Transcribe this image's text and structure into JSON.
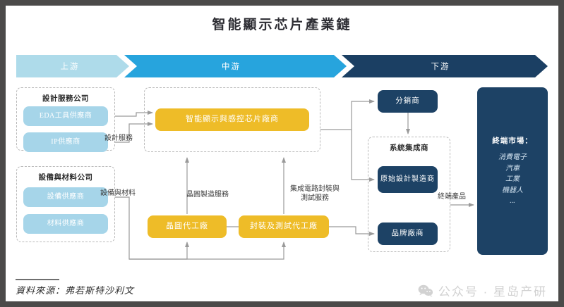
{
  "title": "智能顯示芯片產業鏈",
  "bands": [
    {
      "key": "upstream",
      "label": "上游",
      "color": "#aedbea"
    },
    {
      "key": "midstream",
      "label": "中游",
      "color": "#27a4dd"
    },
    {
      "key": "downstream",
      "label": "下游",
      "color": "#1b3f63"
    }
  ],
  "groups": {
    "design": "設計服務公司",
    "equipment": "設備與材料公司",
    "chipmaker": "",
    "sysint": "系統集成商"
  },
  "nodes": {
    "eda": "EDA工具供應商",
    "ip": "IP供應商",
    "equip_supplier": "設備供應商",
    "material_supplier": "材料供應商",
    "chip_vendor": "智能顯示與感控芯片廠商",
    "wafer_foundry": "晶圓代工廠",
    "package_test": "封裝及測試代工廠",
    "distributor": "分銷商",
    "odm": "原始設計\n製造商",
    "odm_line1": "原始設計",
    "odm_line2": "製造商",
    "brand": "品牌廠商"
  },
  "edge_labels": {
    "design_service": "設計服務",
    "equipment_material": "設備與材料",
    "wafer_service": "晶圓製造服務",
    "package_service_line1": "集成電路封裝與",
    "package_service_line2": "測試服務",
    "end_product": "終端產品"
  },
  "end_market": {
    "title": "終端市場：",
    "items": [
      "消費電子",
      "汽車",
      "工業",
      "機器人",
      "..."
    ]
  },
  "footer": {
    "source": "資料來源：弗若斯特沙利文",
    "watermark": "公众号 · 星岛产研",
    "watermark_icon": "wechat-icon"
  },
  "colors": {
    "upstream": "#aedbea",
    "midstream": "#27a4dd",
    "downstream": "#1b3f63",
    "chip_yellow": "#eebc28",
    "navy": "#1d4265",
    "light_blue": "#a6d5e9",
    "wire": "#9a9a9a",
    "frame": "#4b4a49"
  }
}
